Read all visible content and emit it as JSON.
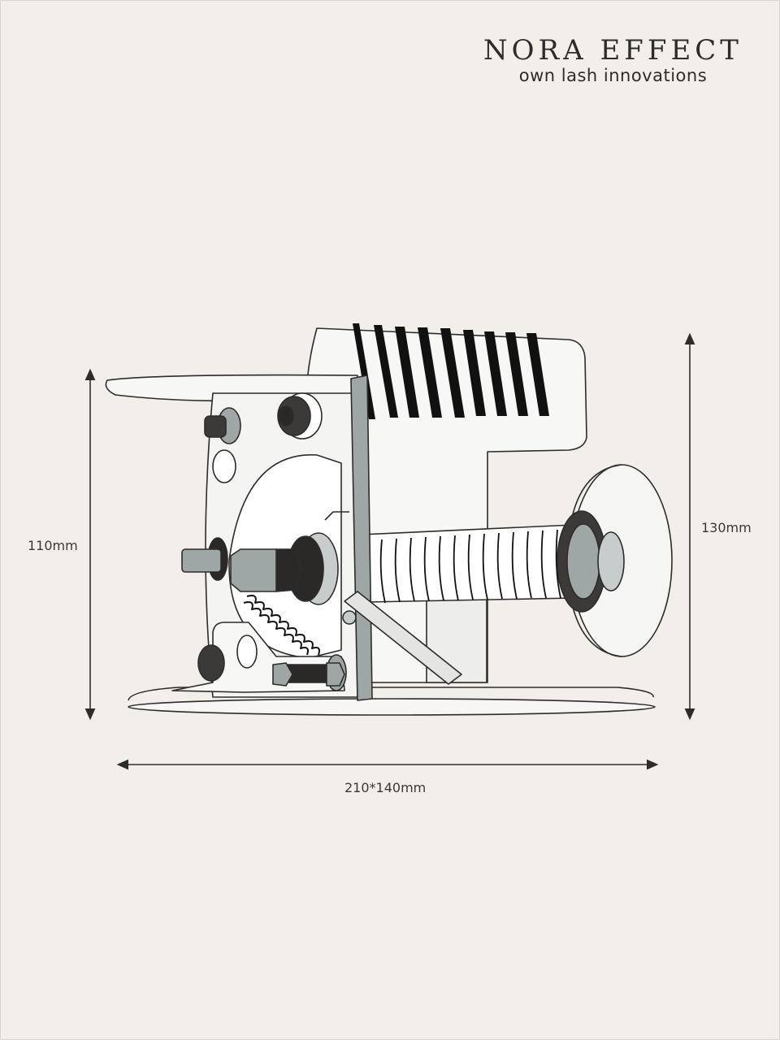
{
  "brand": {
    "name": "NORA EFFECT",
    "tagline": "own lash innovations"
  },
  "dimensions": {
    "left_height": "110mm",
    "right_height": "130mm",
    "base": "210*140mm"
  },
  "colors": {
    "background": "#f2efea",
    "line": "#2e2c2a",
    "dark_part": "#3c3a39",
    "grey_part": "#9fa6a6"
  }
}
